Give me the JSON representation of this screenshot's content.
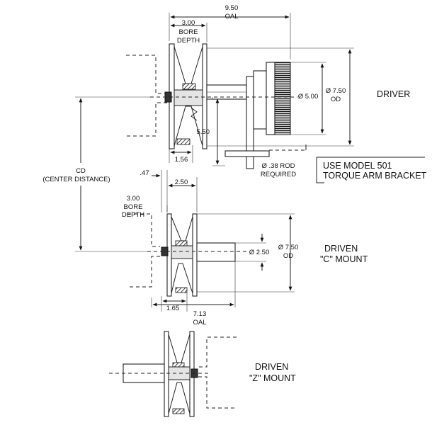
{
  "driver": {
    "title": "DRIVER",
    "oal_value": "9.50",
    "oal_label": "OAL",
    "bore_value": "3.00",
    "bore_line1": "BORE",
    "bore_line2": "DEPTH",
    "od_dia": "Ø 7.50",
    "od_label": "OD",
    "motor_dia": "Ø 5.00",
    "height_value": "5.50",
    "face_value": "1.56",
    "rod_line1": "Ø .38 ROD",
    "rod_line2": "REQUIRED",
    "note_line1": "USE MODEL 501",
    "note_line2": "TORQUE ARM BRACKET"
  },
  "center_distance": {
    "line1": "CD",
    "line2": "(CENTER DISTANCE)"
  },
  "driven_c": {
    "title_line1": "DRIVEN",
    "title_line2": "\"C\" MOUNT",
    "offset_value": ".47",
    "width_value": "2.50",
    "bore_value": "3.00",
    "bore_line1": "BORE",
    "bore_line2": "DEPTH",
    "shaft_dia": "Ø 2.50",
    "od_dia": "Ø 7.50",
    "od_label": "OD",
    "face_value": "1.65",
    "oal_value": "7.13",
    "oal_label": "OAL"
  },
  "driven_z": {
    "title_line1": "DRIVEN",
    "title_line2": "\"Z\" MOUNT"
  }
}
